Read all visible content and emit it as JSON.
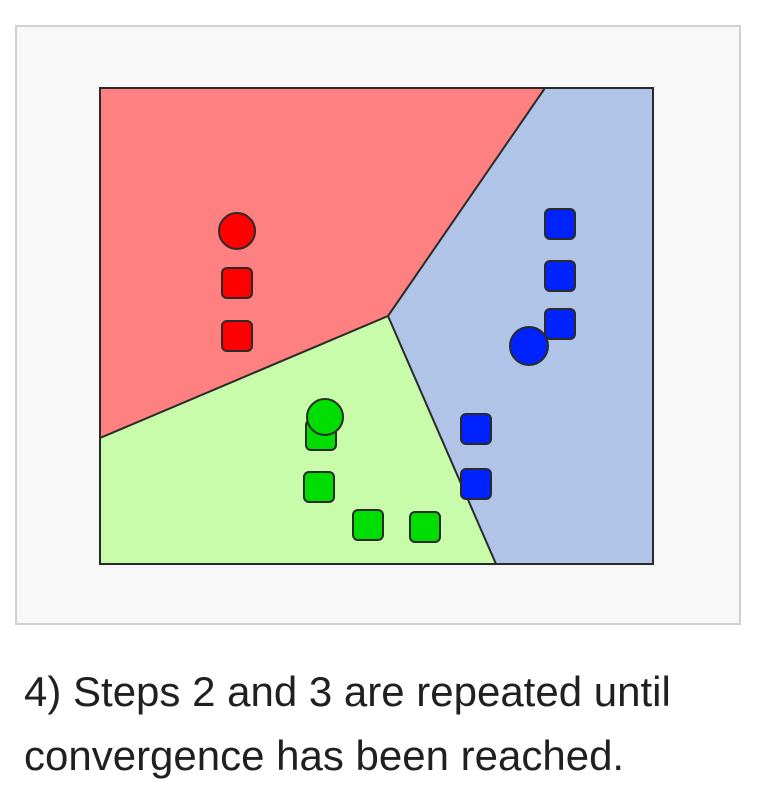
{
  "caption": {
    "line1": "4) Steps 2 and 3 are repeated until",
    "line2": "convergence has been reached."
  },
  "colors": {
    "frame_bg": "#f8f8f8",
    "frame_border": "#d0d0d0",
    "region_red": "#ff8080",
    "region_blue": "#b0c4e8",
    "region_green": "#c8fcaa",
    "point_red": "#ff0000",
    "point_blue": "#0022ff",
    "point_green": "#00dd00",
    "outline": "#2a2a2a"
  },
  "clusters": [
    {
      "name": "red",
      "points": 2,
      "centroid": 1
    },
    {
      "name": "blue",
      "points": 5,
      "centroid": 1
    },
    {
      "name": "green",
      "points": 4,
      "centroid": 1
    }
  ]
}
